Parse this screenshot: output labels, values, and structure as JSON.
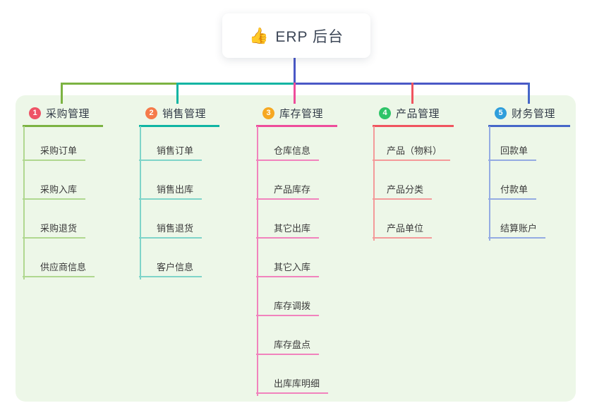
{
  "root": {
    "emoji": "👍",
    "label": "ERP 后台"
  },
  "colors": {
    "page_background": "#ffffff",
    "panel_background": "#edf7e8",
    "trunk": "#4a58c6",
    "root_text": "#3d4757",
    "branch_text": "#333c48",
    "child_text": "#3b3b3b"
  },
  "branches": [
    {
      "index": "1",
      "label": "采购管理",
      "badge_color": "#ee5366",
      "line_color": "#7cb342",
      "child_line_color": "#b0d890",
      "children": [
        "采购订单",
        "采购入库",
        "采购退货",
        "供应商信息"
      ]
    },
    {
      "index": "2",
      "label": "销售管理",
      "badge_color": "#f57a4a",
      "line_color": "#0fb5a3",
      "child_line_color": "#7fd4c9",
      "children": [
        "销售订单",
        "销售出库",
        "销售退货",
        "客户信息"
      ]
    },
    {
      "index": "3",
      "label": "库存管理",
      "badge_color": "#f6a821",
      "line_color": "#ee4d9b",
      "child_line_color": "#f183bd",
      "children": [
        "仓库信息",
        "产品库存",
        "其它出库",
        "其它入库",
        "库存调拨",
        "库存盘点",
        "出库库明细"
      ]
    },
    {
      "index": "4",
      "label": "产品管理",
      "badge_color": "#2ec468",
      "line_color": "#f0545f",
      "child_line_color": "#f49a9a",
      "children": [
        "产品（物料）",
        "产品分类",
        "产品单位"
      ]
    },
    {
      "index": "5",
      "label": "财务管理",
      "badge_color": "#2f9edb",
      "line_color": "#4667c8",
      "child_line_color": "#94abe2",
      "children": [
        "回款单",
        "付款单",
        "结算账户"
      ]
    }
  ]
}
